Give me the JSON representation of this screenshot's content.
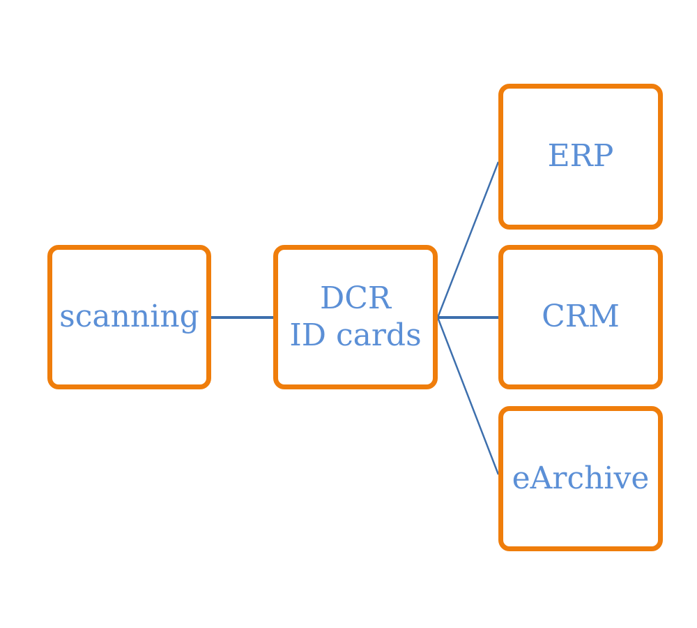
{
  "diagram": {
    "nodes": {
      "scanning": {
        "label": "scanning"
      },
      "dcr": {
        "line1": "DCR",
        "line2": "ID cards"
      },
      "erp": {
        "label": "ERP"
      },
      "crm": {
        "label": "CRM"
      },
      "earchive": {
        "label": "eArchive"
      }
    },
    "edges": [
      {
        "from": "scanning",
        "to": "dcr"
      },
      {
        "from": "dcr",
        "to": "erp"
      },
      {
        "from": "dcr",
        "to": "crm"
      },
      {
        "from": "dcr",
        "to": "earchive"
      }
    ],
    "colors": {
      "box_border": "#ef7d0b",
      "text": "#5b8fd6",
      "connector": "#3d6fad"
    }
  }
}
